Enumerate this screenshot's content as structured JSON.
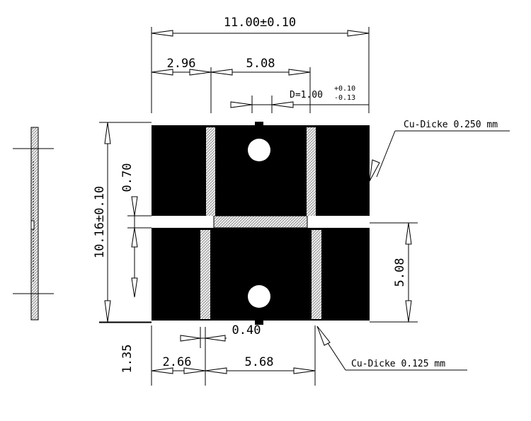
{
  "dimensions": {
    "overall_width": "11.00±0.10",
    "top_offset": "2.96",
    "top_spacing": "5.08",
    "hole_diameter_prefix": "D=1.00",
    "hole_tol_upper": "+0.10",
    "hole_tol_lower": "-0.13",
    "overall_height": "10.16±0.10",
    "gap": "0.70",
    "right_spacing": "5.08",
    "slot_width": "0.40",
    "bottom_offset": "1.35",
    "bottom_left": "2.66",
    "bottom_spacing": "5.68"
  },
  "callouts": {
    "top_thickness": "Cu-Dicke 0.250 mm",
    "bottom_thickness": "Cu-Dicke 0.125 mm"
  },
  "colors": {
    "plate": "#000000",
    "hatch": "#e6e6e6",
    "line": "#000000"
  }
}
